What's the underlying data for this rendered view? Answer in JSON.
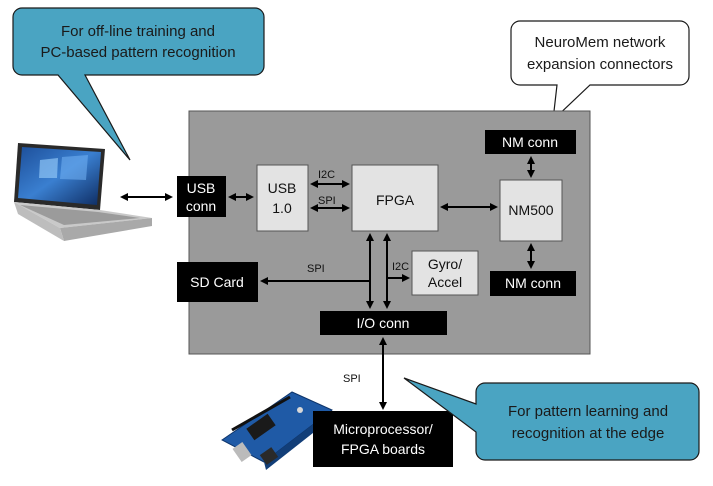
{
  "callouts": {
    "pc": {
      "line1": "For off-line training and",
      "line2": "PC-based pattern recognition"
    },
    "neuromem": {
      "line1": "NeuroMem network",
      "line2": "expansion connectors"
    },
    "edge": {
      "line1": "For pattern learning and",
      "line2": "recognition at the edge"
    }
  },
  "blocks": {
    "usb_conn": {
      "line1": "USB",
      "line2": "conn"
    },
    "usb_chip": {
      "line1": "USB",
      "line2": "1.0"
    },
    "fpga": "FPGA",
    "nm500": "NM500",
    "nm_conn_top": "NM conn",
    "nm_conn_bottom": "NM conn",
    "sd_card": "SD Card",
    "gyro": {
      "line1": "Gyro/",
      "line2": "Accel"
    },
    "io_conn": "I/O conn",
    "micro": {
      "line1": "Microprocessor/",
      "line2": "FPGA boards"
    }
  },
  "bus_labels": {
    "usb_fpga_i2c": "I2C",
    "usb_fpga_spi": "SPI",
    "sd_spi": "SPI",
    "gyro_i2c": "I2C",
    "io_spi": "SPI"
  },
  "colors": {
    "board": "#9a9a9a",
    "callout": "#4aa4c2",
    "black_box": "#000000",
    "light_box": "#e3e3e3"
  },
  "icons": {
    "laptop": "laptop-icon",
    "arduino": "arduino-board-icon"
  }
}
